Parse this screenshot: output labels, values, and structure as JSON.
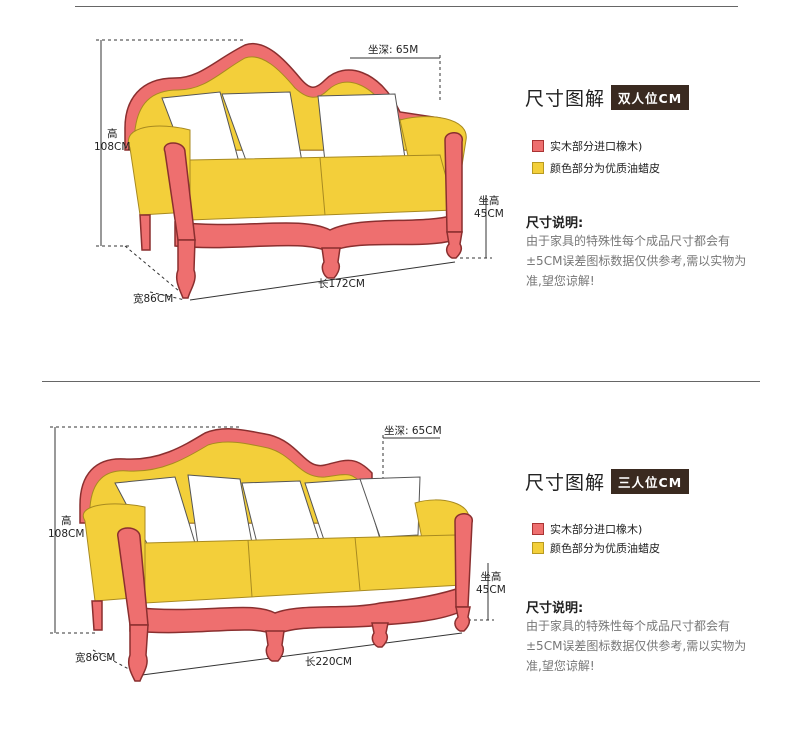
{
  "colors": {
    "wood": "#ee6f6f",
    "fabric": "#f3cf3a",
    "badge": "#3a2a20"
  },
  "sections": [
    {
      "id": "two-seater",
      "badge": "双人位CM",
      "title": "尺寸图解",
      "dims": {
        "height": "高\n108CM",
        "seat_depth": "坐深: 65M",
        "seat_height": "坐高\n45CM",
        "width": "宽86CM",
        "length": "长172CM"
      },
      "legend": [
        {
          "label": "实木部分进口橡木)",
          "color": "wood"
        },
        {
          "label": "颜色部分为优质油蜡皮",
          "color": "fabric"
        }
      ],
      "note_title": "尺寸说明:",
      "note_body": "由于家具的特殊性每个成品尺寸都会有±5CM误差图标数据仅供参考,需以实物为准,望您谅解!"
    },
    {
      "id": "three-seater",
      "badge": "三人位CM",
      "title": "尺寸图解",
      "dims": {
        "height": "高\n108CM",
        "seat_depth": "坐深: 65CM",
        "seat_height": "坐高\n45CM",
        "width": "宽86CM",
        "length": "长220CM"
      },
      "legend": [
        {
          "label": "实木部分进口橡木)",
          "color": "wood"
        },
        {
          "label": "颜色部分为优质油蜡皮",
          "color": "fabric"
        }
      ],
      "note_title": "尺寸说明:",
      "note_body": "由于家具的特殊性每个成品尺寸都会有±5CM误差图标数据仅供参考,需以实物为准,望您谅解!"
    }
  ]
}
